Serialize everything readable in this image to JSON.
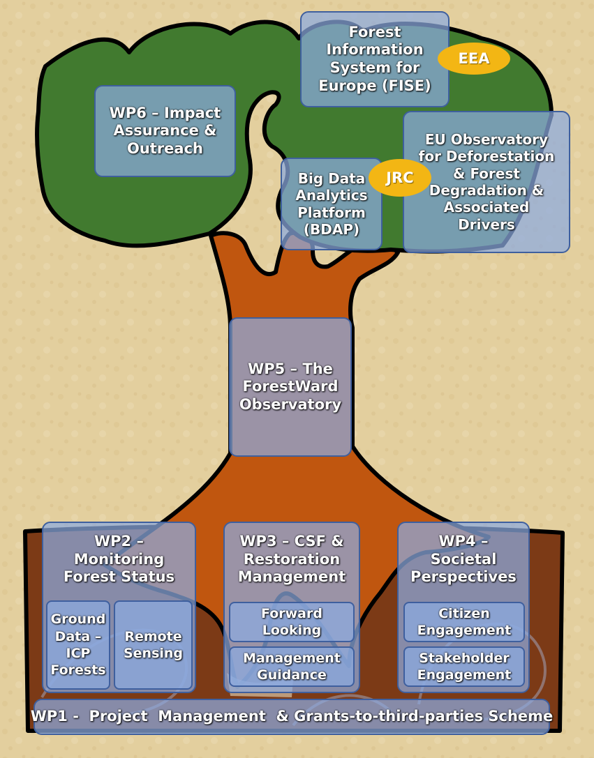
{
  "colors": {
    "background": "#e3cf9e",
    "canopy": "#417a2f",
    "trunk": "#c0560f",
    "soil": "#7c3a16",
    "outline": "#000000",
    "box_fill": "#8caae1",
    "box_border": "#3e5f9e",
    "badge": "#f3b614"
  },
  "canopy": {
    "fise": "Forest\nInformation\nSystem for\nEurope (FISE)",
    "eea": "EEA",
    "wp6": "WP6 – Impact\nAssurance &\nOutreach",
    "eu_observatory": "EU Observatory\nfor Deforestation\n& Forest\nDegradation &\nAssociated\nDrivers",
    "bdap": "Big Data\nAnalytics\nPlatform\n(BDAP)",
    "jrc": "JRC"
  },
  "trunk": {
    "wp5": "WP5 – The\nForestWard\nObservatory"
  },
  "roots": {
    "wp2": {
      "title": "WP2 –\nMonitoring\nForest Status",
      "items": [
        "Ground\nData –\nICP\nForests",
        "Remote\nSensing"
      ]
    },
    "wp3": {
      "title": "WP3 – CSF &\nRestoration\nManagement",
      "items": [
        "Forward\nLooking",
        "Management\nGuidance"
      ]
    },
    "wp4": {
      "title": "WP4 –\nSocietal\nPerspectives",
      "items": [
        "Citizen\nEngagement",
        "Stakeholder\nEngagement"
      ]
    }
  },
  "base": {
    "wp1": "WP1 -  Project  Management  & Grants-to-third-parties Scheme"
  }
}
